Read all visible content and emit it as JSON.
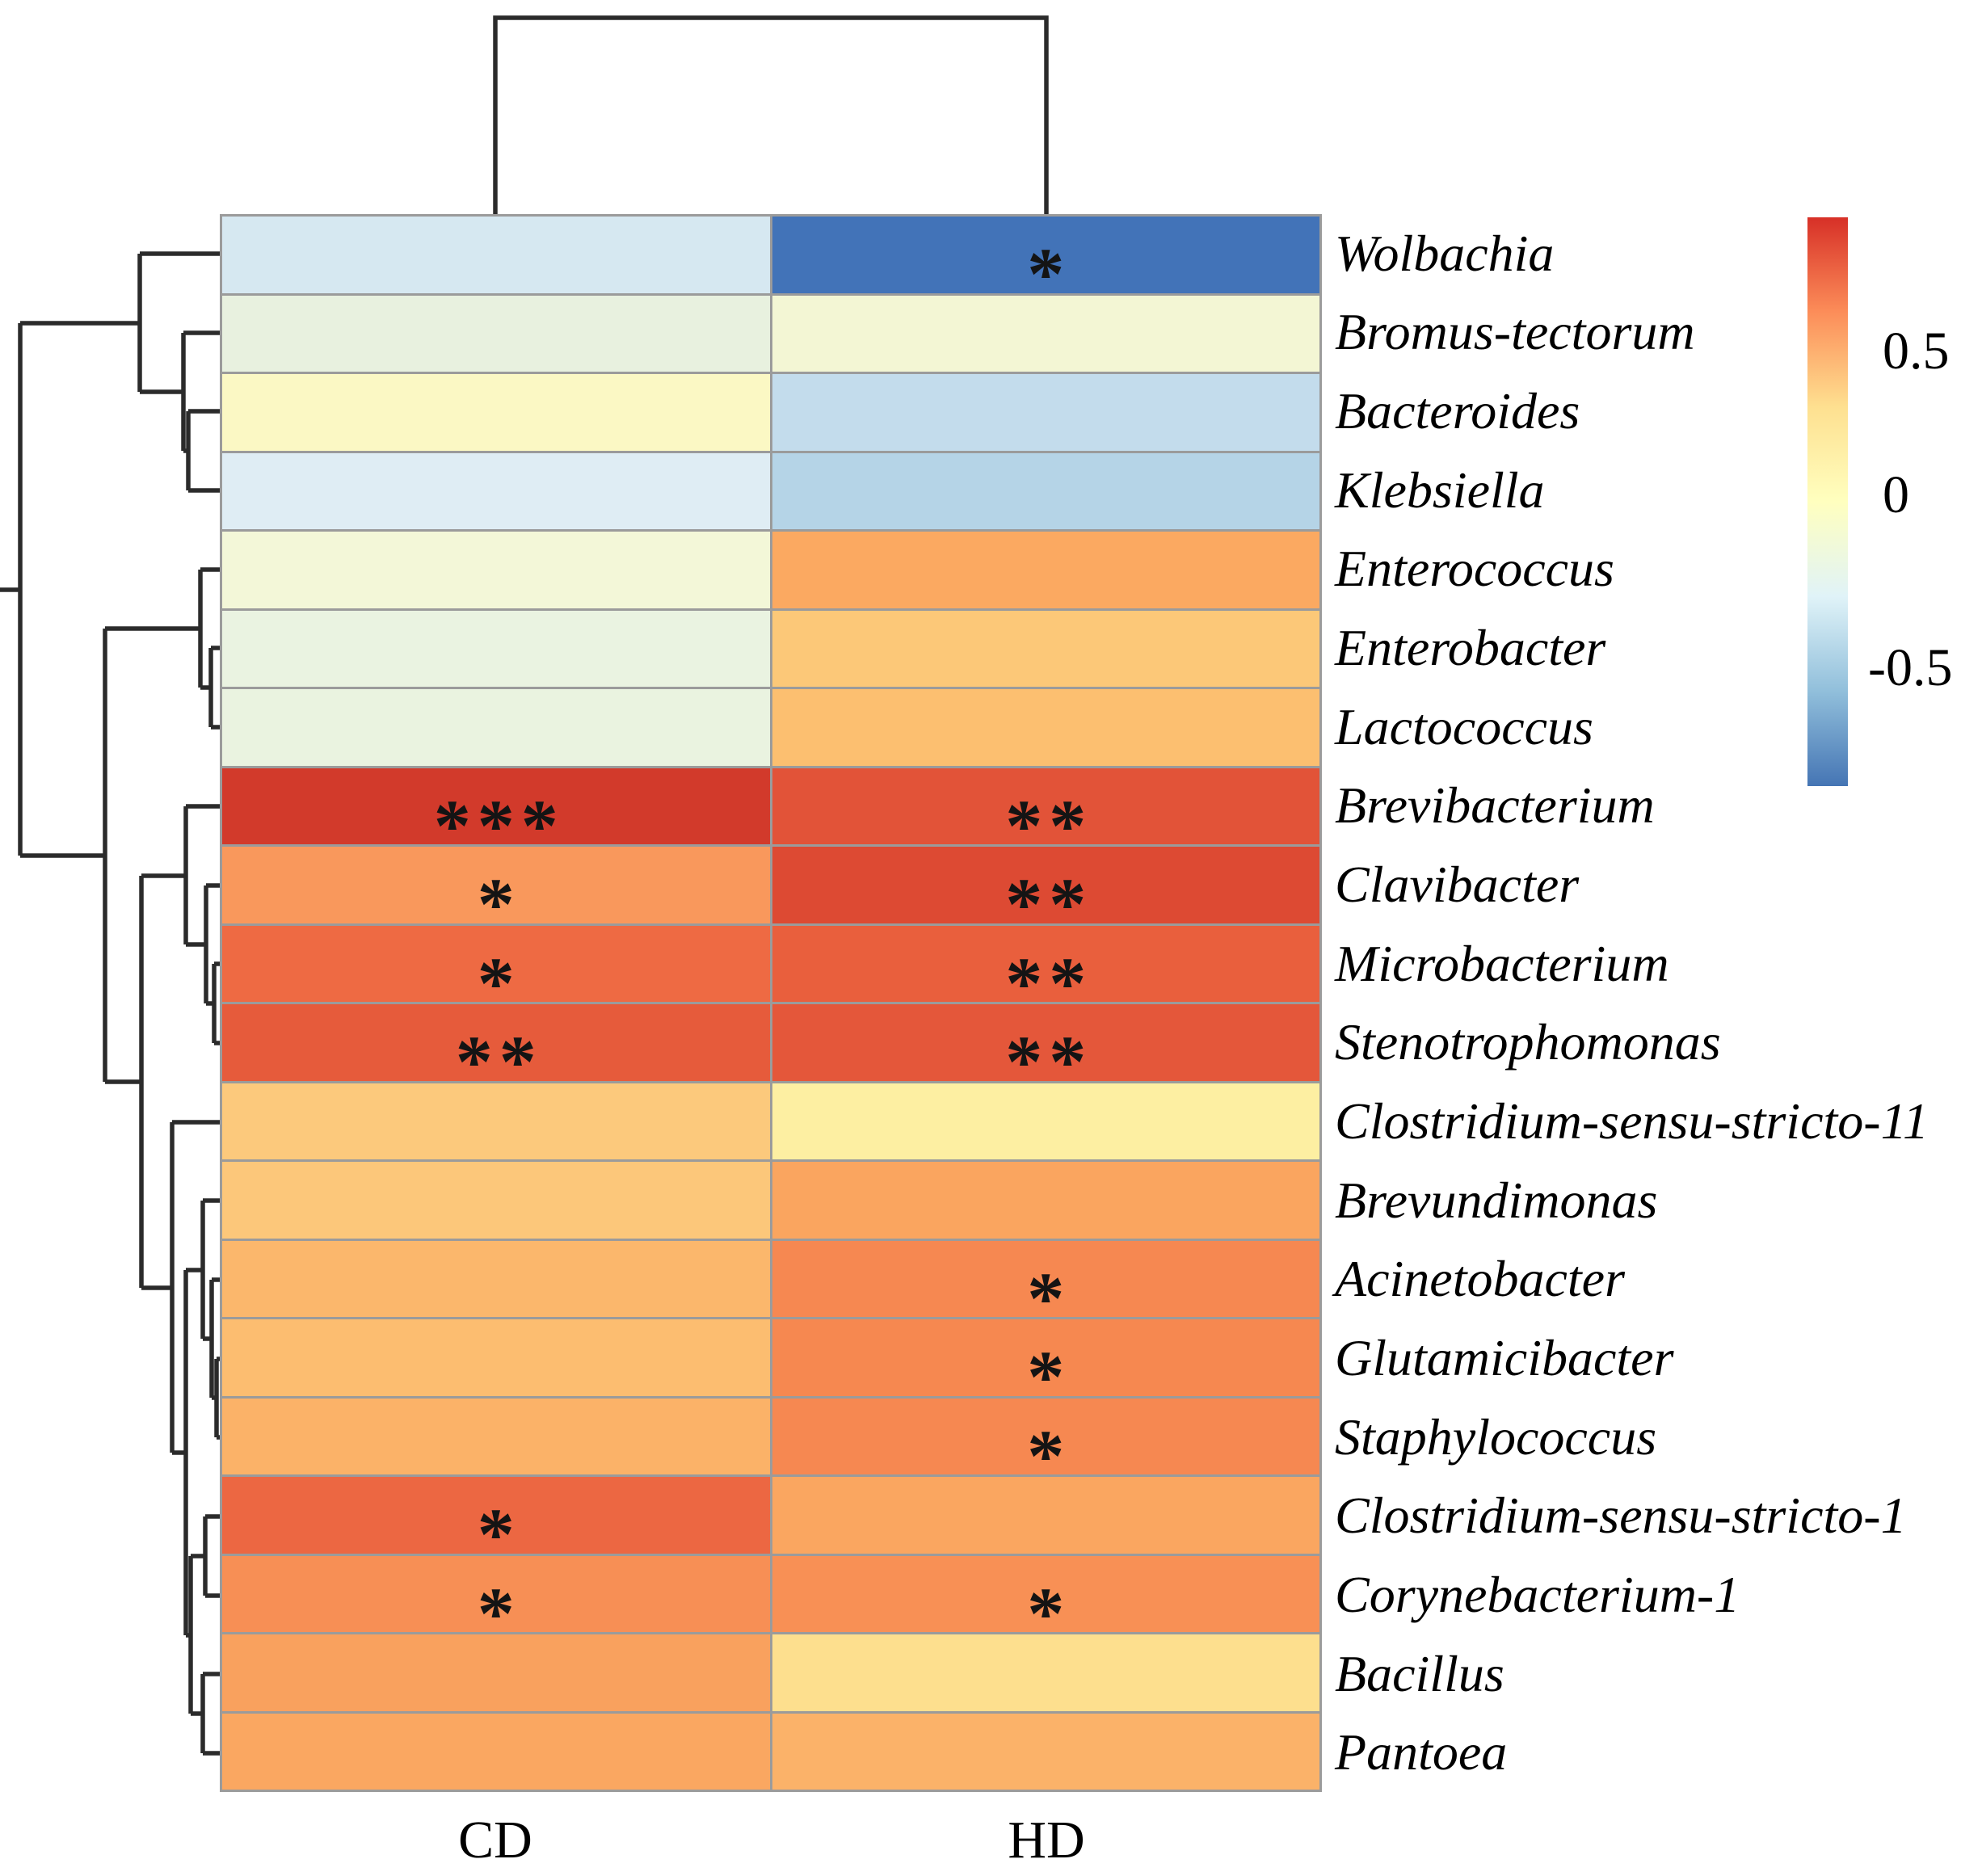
{
  "chart_data": {
    "type": "heatmap",
    "columns": [
      "CD",
      "HD"
    ],
    "rows": [
      "Wolbachia",
      "Bromus-tectorum",
      "Bacteroides",
      "Klebsiella",
      "Enterococcus",
      "Enterobacter",
      "Lactococcus",
      "Brevibacterium",
      "Clavibacter",
      "Microbacterium",
      "Stenotrophomonas",
      "Clostridium-sensu-stricto-11",
      "Brevundimonas",
      "Acinetobacter",
      "Glutamicibacter",
      "Staphylococcus",
      "Clostridium-sensu-stricto-1",
      "Corynebacterium-1",
      "Bacillus",
      "Pantoea"
    ],
    "series": [
      {
        "name": "CD",
        "values": [
          -0.4,
          -0.22,
          0.05,
          -0.33,
          -0.1,
          -0.2,
          -0.2,
          0.95,
          0.55,
          0.75,
          0.8,
          0.35,
          0.37,
          0.45,
          0.42,
          0.47,
          0.76,
          0.62,
          0.52,
          0.49
        ],
        "colors": [
          "#d6e8f1",
          "#e8f1df",
          "#fbf8c4",
          "#dfedf4",
          "#f3f7d8",
          "#eaf3e1",
          "#eaf3e0",
          "#d23a2b",
          "#f9985c",
          "#ee6a43",
          "#e65b3b",
          "#fcc97c",
          "#fcc77a",
          "#fbb76c",
          "#fcbd70",
          "#fbb268",
          "#ec6742",
          "#f78f55",
          "#f9a15e",
          "#faa761"
        ],
        "significance": [
          "",
          "",
          "",
          "",
          "",
          "",
          "",
          "***",
          "*",
          "*",
          "**",
          "",
          "",
          "",
          "",
          "",
          "*",
          "*",
          "",
          ""
        ]
      },
      {
        "name": "HD",
        "values": [
          -0.9,
          -0.12,
          -0.42,
          -0.5,
          0.5,
          0.37,
          0.41,
          0.85,
          0.88,
          0.81,
          0.83,
          0.12,
          0.51,
          0.65,
          0.65,
          0.65,
          0.5,
          0.61,
          0.22,
          0.47
        ],
        "colors": [
          "#4273b8",
          "#f3f6d4",
          "#c3dcec",
          "#b5d4e7",
          "#fba961",
          "#fcc878",
          "#fcbf70",
          "#e25338",
          "#dd4a33",
          "#e95f3d",
          "#e4573a",
          "#fdefa2",
          "#faa55f",
          "#f68851",
          "#f68850",
          "#f68851",
          "#faa660",
          "#f89055",
          "#fddf8e",
          "#fbb269"
        ],
        "significance": [
          "*",
          "",
          "",
          "",
          "",
          "",
          "",
          "**",
          "**",
          "**",
          "**",
          "",
          "",
          "*",
          "*",
          "*",
          "",
          "*",
          "",
          ""
        ]
      }
    ],
    "legend": {
      "tick_labels": [
        "0.5",
        "0",
        "-0.5"
      ],
      "tick_values": [
        0.5,
        0,
        -0.5
      ],
      "approx_range": [
        -1,
        1
      ],
      "gradient_top_to_bottom": [
        "#d73027",
        "#fc8d59",
        "#fee090",
        "#ffffbf",
        "#e0f3f8",
        "#91bfdb",
        "#4575b4"
      ],
      "position": "right"
    },
    "row_dendrogram_newick": "((Wolbachia,(Bromus-tectorum,(Bacteroides,Klebsiella))),((Enterococcus,(Enterobacter,Lactococcus)),((Brevibacterium,(Clavibacter,(Microbacterium,Stenotrophomonas))),(Clostridium-sensu-stricto-11,((Brevundimonas,(Acinetobacter,(Glutamicibacter,Staphylococcus))),((Clostridium-sensu-stricto-1,Corynebacterium-1),(Bacillus,Pantoea)))))))",
    "column_dendrogram_newick": "(CD,HD)"
  },
  "styles": {
    "grid_line_color": "#9b9b9b",
    "dendrogram_color": "#2b2b2b",
    "label_color": "#000000",
    "significance_color": "#141414",
    "background": "#ffffff"
  }
}
